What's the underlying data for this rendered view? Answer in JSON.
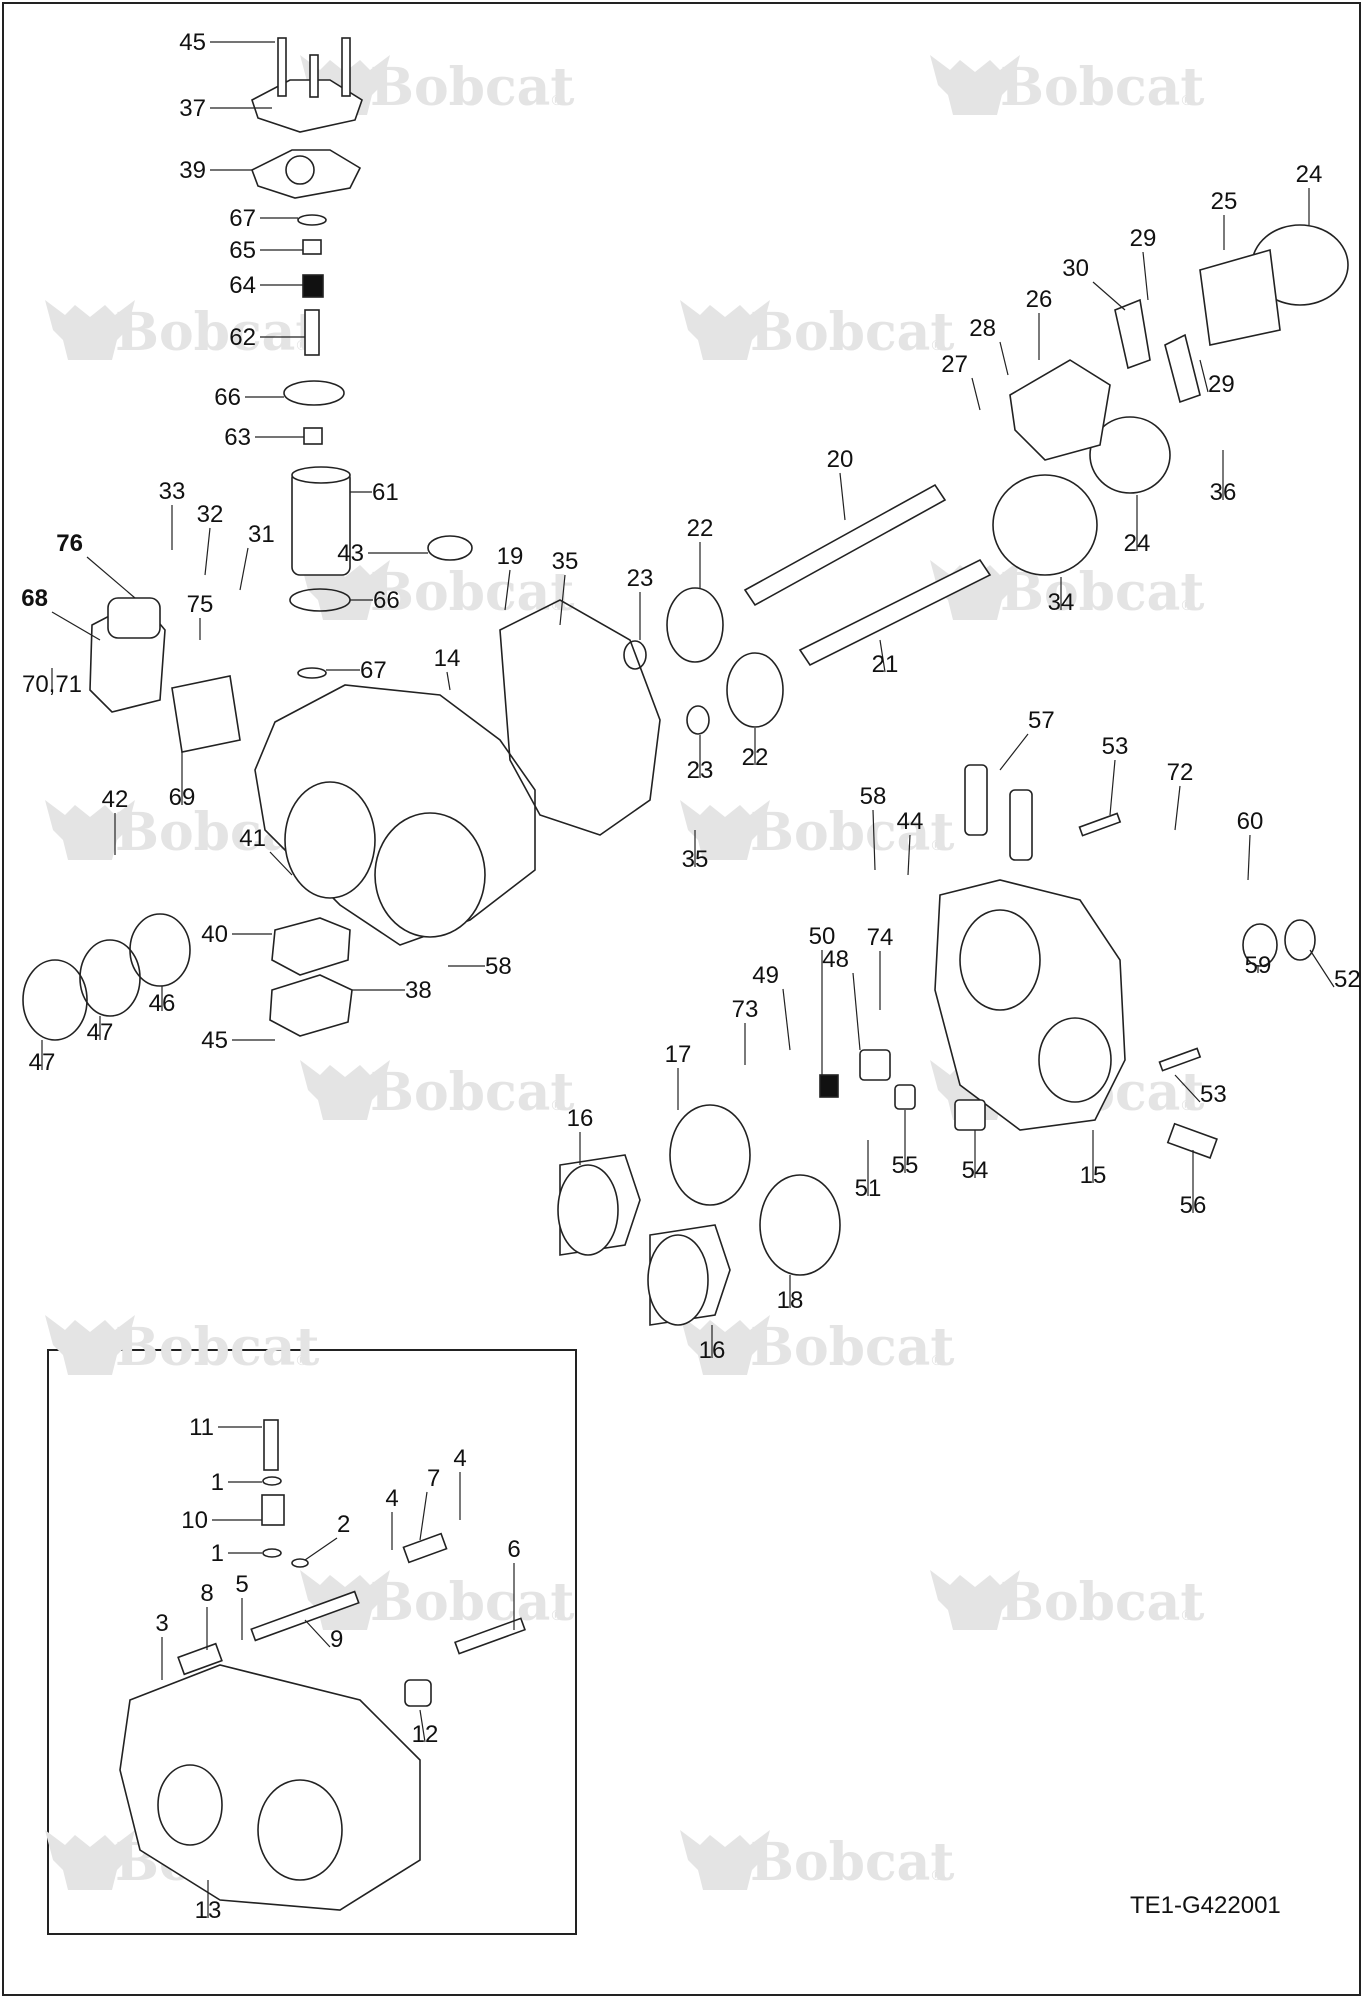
{
  "watermark": {
    "text": "Bobcat",
    "registered_mark": "®",
    "color": "#e4e4e4"
  },
  "drawing_id": "TE1-G422001",
  "callouts": [
    {
      "id": "c45a",
      "label": "45"
    },
    {
      "id": "c37",
      "label": "37"
    },
    {
      "id": "c39",
      "label": "39"
    },
    {
      "id": "c67a",
      "label": "67"
    },
    {
      "id": "c65",
      "label": "65"
    },
    {
      "id": "c64",
      "label": "64"
    },
    {
      "id": "c62",
      "label": "62"
    },
    {
      "id": "c66a",
      "label": "66"
    },
    {
      "id": "c63",
      "label": "63"
    },
    {
      "id": "c61",
      "label": "61"
    },
    {
      "id": "c43",
      "label": "43"
    },
    {
      "id": "c66b",
      "label": "66"
    },
    {
      "id": "c67b",
      "label": "67"
    },
    {
      "id": "c33",
      "label": "33"
    },
    {
      "id": "c32",
      "label": "32"
    },
    {
      "id": "c31",
      "label": "31"
    },
    {
      "id": "c76",
      "label": "76",
      "bold": true
    },
    {
      "id": "c75",
      "label": "75"
    },
    {
      "id": "c68",
      "label": "68",
      "bold": true
    },
    {
      "id": "c7071",
      "label": "70,71"
    },
    {
      "id": "c69",
      "label": "69"
    },
    {
      "id": "c14",
      "label": "14"
    },
    {
      "id": "c19",
      "label": "19"
    },
    {
      "id": "c35a",
      "label": "35"
    },
    {
      "id": "c35b",
      "label": "35"
    },
    {
      "id": "c42",
      "label": "42"
    },
    {
      "id": "c41",
      "label": "41"
    },
    {
      "id": "c40",
      "label": "40"
    },
    {
      "id": "c38",
      "label": "38"
    },
    {
      "id": "c58a",
      "label": "58"
    },
    {
      "id": "c45b",
      "label": "45"
    },
    {
      "id": "c46",
      "label": "46"
    },
    {
      "id": "c47a",
      "label": "47"
    },
    {
      "id": "c47b",
      "label": "47"
    },
    {
      "id": "c23a",
      "label": "23"
    },
    {
      "id": "c23b",
      "label": "23"
    },
    {
      "id": "c22a",
      "label": "22"
    },
    {
      "id": "c22b",
      "label": "22"
    },
    {
      "id": "c20",
      "label": "20"
    },
    {
      "id": "c21",
      "label": "21"
    },
    {
      "id": "c34",
      "label": "34"
    },
    {
      "id": "c24a",
      "label": "24"
    },
    {
      "id": "c24b",
      "label": "24"
    },
    {
      "id": "c25",
      "label": "25"
    },
    {
      "id": "c26",
      "label": "26"
    },
    {
      "id": "c27",
      "label": "27"
    },
    {
      "id": "c28",
      "label": "28"
    },
    {
      "id": "c29a",
      "label": "29"
    },
    {
      "id": "c29b",
      "label": "29"
    },
    {
      "id": "c30",
      "label": "30"
    },
    {
      "id": "c36",
      "label": "36"
    },
    {
      "id": "c57",
      "label": "57"
    },
    {
      "id": "c53a",
      "label": "53"
    },
    {
      "id": "c53b",
      "label": "53"
    },
    {
      "id": "c72",
      "label": "72"
    },
    {
      "id": "c58b",
      "label": "58"
    },
    {
      "id": "c44",
      "label": "44"
    },
    {
      "id": "c60",
      "label": "60"
    },
    {
      "id": "c52",
      "label": "52"
    },
    {
      "id": "c59",
      "label": "59"
    },
    {
      "id": "c50",
      "label": "50"
    },
    {
      "id": "c49",
      "label": "49"
    },
    {
      "id": "c48",
      "label": "48"
    },
    {
      "id": "c74",
      "label": "74"
    },
    {
      "id": "c73",
      "label": "73"
    },
    {
      "id": "c17",
      "label": "17"
    },
    {
      "id": "c16a",
      "label": "16"
    },
    {
      "id": "c16b",
      "label": "16"
    },
    {
      "id": "c18",
      "label": "18"
    },
    {
      "id": "c51",
      "label": "51"
    },
    {
      "id": "c55",
      "label": "55"
    },
    {
      "id": "c54",
      "label": "54"
    },
    {
      "id": "c15",
      "label": "15"
    },
    {
      "id": "c56",
      "label": "56"
    },
    {
      "id": "c11",
      "label": "11"
    },
    {
      "id": "c1a",
      "label": "1"
    },
    {
      "id": "c10",
      "label": "10"
    },
    {
      "id": "c1b",
      "label": "1"
    },
    {
      "id": "c2",
      "label": "2"
    },
    {
      "id": "c7",
      "label": "7"
    },
    {
      "id": "c4a",
      "label": "4"
    },
    {
      "id": "c4b",
      "label": "4"
    },
    {
      "id": "c6",
      "label": "6"
    },
    {
      "id": "c3",
      "label": "3"
    },
    {
      "id": "c8",
      "label": "8"
    },
    {
      "id": "c5",
      "label": "5"
    },
    {
      "id": "c9",
      "label": "9"
    },
    {
      "id": "c12",
      "label": "12"
    },
    {
      "id": "c13",
      "label": "13"
    }
  ]
}
